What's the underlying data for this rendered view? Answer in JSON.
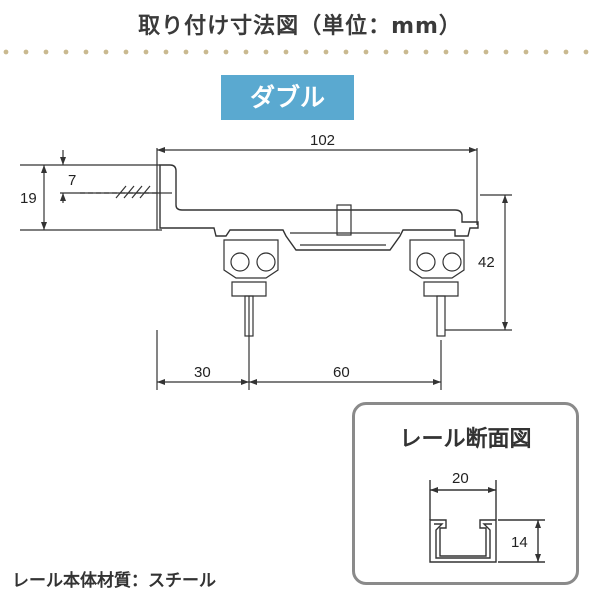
{
  "header": {
    "title": "取り付け寸法図（単位：mm）"
  },
  "badge": {
    "label": "ダブル"
  },
  "dimensions": {
    "total_width": "102",
    "bracket_inner": "7",
    "bracket_height": "19",
    "overall_height": "42",
    "inner_offset": "30",
    "rail_spacing": "60"
  },
  "rail_section": {
    "title": "レール断面図",
    "width": "20",
    "height": "14"
  },
  "footer": {
    "material": "レール本体材質：スチール"
  },
  "colors": {
    "badge_bg": "#5aa9d0",
    "dots": "#c9b98f",
    "frame": "#8a8a8a"
  }
}
